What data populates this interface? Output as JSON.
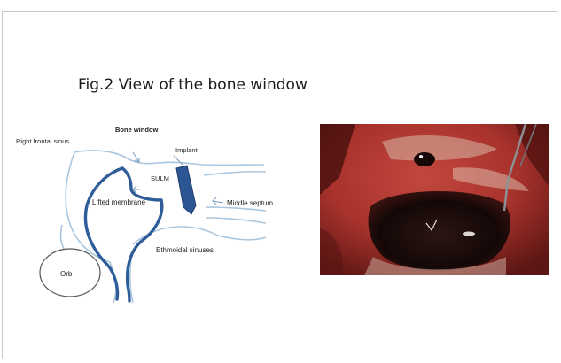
{
  "slide": {
    "title": "Fig.2 View of the bone window"
  },
  "diagram": {
    "labels": {
      "right_frontal_sinus": "Right frontal sinus",
      "bone_window": "Bone window",
      "implant": "Implant",
      "sulm": "SULM",
      "lifted_membrane": "Lifted membrane",
      "middle_septum": "Middle septum",
      "ethmoidal_sinuses": "Ethmoidal sinuses",
      "orb": "Orb"
    },
    "colors": {
      "outline": "#a9c6de",
      "membrane": "#2f5d99",
      "implant": "#2c5594"
    }
  },
  "photo": {
    "colors": {
      "tissue": "#a8322c",
      "cavity": "#1a0c0a",
      "bone": "#d8b8a8"
    }
  }
}
